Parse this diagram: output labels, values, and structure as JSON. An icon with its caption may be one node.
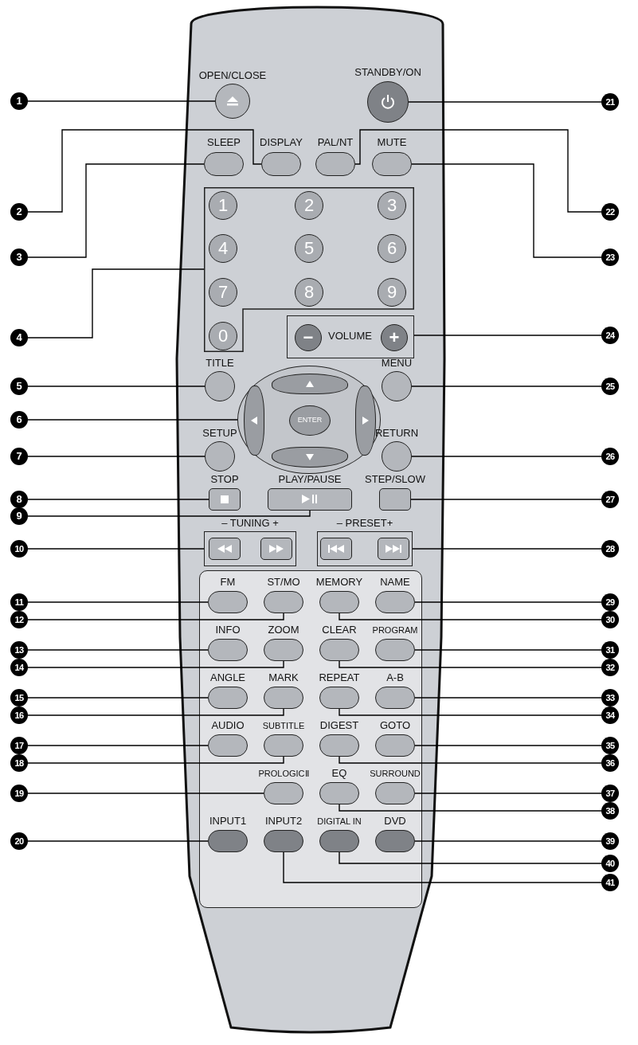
{
  "diagram": {
    "nodes": [
      {
        "text": [
          "OPEN/CLOSE"
        ]
      },
      {
        "text": [
          "STANDBY/ON"
        ]
      },
      {
        "text": [
          "SLEEP"
        ]
      },
      {
        "text": [
          "DISPLAY"
        ]
      },
      {
        "text": [
          "PAL/NT"
        ]
      },
      {
        "text": [
          "MUTE"
        ]
      },
      {
        "text": [],
        "shape": "box"
      },
      {
        "text": [
          "1"
        ],
        "in": 6
      },
      {
        "text": [
          "2"
        ],
        "in": 6
      },
      {
        "text": [
          "3"
        ],
        "in": 6
      },
      {
        "text": [
          "4"
        ],
        "in": 6
      },
      {
        "text": [
          "5"
        ],
        "in": 6
      },
      {
        "text": [
          "6"
        ],
        "in": 6
      },
      {
        "text": [
          "7"
        ],
        "in": 6
      },
      {
        "text": [
          "8"
        ],
        "in": 6
      },
      {
        "text": [
          "9"
        ],
        "in": 6
      },
      {
        "text": [
          "0"
        ],
        "in": 6
      },
      {
        "text": [
          "VOLUME"
        ]
      },
      {
        "text": [
          "−"
        ],
        "in": 17
      },
      {
        "text": [
          "+"
        ],
        "in": 17
      },
      {
        "text": [
          "TITLE"
        ]
      },
      {
        "text": [
          "MENU"
        ]
      },
      {
        "text": [],
        "shape": "ellipse"
      },
      {
        "text": [],
        "shape": "box",
        "in": 22
      },
      {
        "text": [],
        "shape": "box",
        "in": 22
      },
      {
        "text": [
          "ENTER"
        ],
        "in": 22
      },
      {
        "text": [],
        "shape": "box",
        "in": 22
      },
      {
        "text": [],
        "shape": "box",
        "in": 22
      },
      {
        "text": [
          "SETUP"
        ]
      },
      {
        "text": [
          "RETURN"
        ]
      },
      {
        "text": [
          "STOP"
        ]
      },
      {
        "text": [
          "PLAY/PAUSE"
        ]
      },
      {
        "text": [
          "STEP/SLOW"
        ]
      },
      {
        "text": [
          "– TUNING +"
        ]
      },
      {
        "text": [],
        "shape": "box",
        "in": 33
      },
      {
        "text": [],
        "shape": "box",
        "in": 33
      },
      {
        "text": [
          "– PRESET+"
        ]
      },
      {
        "text": [],
        "shape": "box",
        "in": 36
      },
      {
        "text": [],
        "shape": "box",
        "in": 36
      },
      {
        "text": [
          "FM"
        ]
      },
      {
        "text": [
          "ST/MO"
        ]
      },
      {
        "text": [
          "MEMORY"
        ]
      },
      {
        "text": [
          "NAME"
        ]
      },
      {
        "text": [
          "INFO"
        ]
      },
      {
        "text": [
          "ZOOM"
        ]
      },
      {
        "text": [
          "CLEAR"
        ]
      },
      {
        "text": [
          "PROGRAM"
        ]
      },
      {
        "text": [
          "ANGLE"
        ]
      },
      {
        "text": [
          "MARK"
        ]
      },
      {
        "text": [
          "REPEAT"
        ]
      },
      {
        "text": [
          "A-B"
        ]
      },
      {
        "text": [
          "AUDIO"
        ]
      },
      {
        "text": [
          "SUBTITLE"
        ]
      },
      {
        "text": [
          "DIGEST"
        ]
      },
      {
        "text": [
          "GOTO"
        ]
      },
      {
        "text": [
          "PROLOGICⅡ"
        ]
      },
      {
        "text": [
          "EQ"
        ]
      },
      {
        "text": [
          "SURROUND"
        ]
      },
      {
        "text": [
          "INPUT1"
        ]
      },
      {
        "text": [
          "INPUT2"
        ]
      },
      {
        "text": [
          "DIGITAL IN"
        ]
      },
      {
        "text": [
          "DVD"
        ]
      },
      {
        "text": [
          "1"
        ]
      },
      {
        "text": [
          "2"
        ]
      },
      {
        "text": [
          "3"
        ]
      },
      {
        "text": [
          "4"
        ]
      },
      {
        "text": [
          "5"
        ]
      },
      {
        "text": [
          "6"
        ]
      },
      {
        "text": [
          "7"
        ]
      },
      {
        "text": [
          "8"
        ]
      },
      {
        "text": [
          "9"
        ]
      },
      {
        "text": [
          "10"
        ]
      },
      {
        "text": [
          "11"
        ]
      },
      {
        "text": [
          "12"
        ]
      },
      {
        "text": [
          "13"
        ]
      },
      {
        "text": [
          "14"
        ]
      },
      {
        "text": [
          "15"
        ]
      },
      {
        "text": [
          "16"
        ]
      },
      {
        "text": [
          "17"
        ]
      },
      {
        "text": [
          "18"
        ]
      },
      {
        "text": [
          "19"
        ]
      },
      {
        "text": [
          "20"
        ]
      },
      {
        "text": [
          "21"
        ]
      },
      {
        "text": [
          "22"
        ]
      },
      {
        "text": [
          "23"
        ]
      },
      {
        "text": [
          "24"
        ]
      },
      {
        "text": [
          "25"
        ]
      },
      {
        "text": [
          "26"
        ]
      },
      {
        "text": [
          "27"
        ]
      },
      {
        "text": [
          "28"
        ]
      },
      {
        "text": [
          "29"
        ]
      },
      {
        "text": [
          "30"
        ]
      },
      {
        "text": [
          "31"
        ]
      },
      {
        "text": [
          "32"
        ]
      },
      {
        "text": [
          "33"
        ]
      },
      {
        "text": [
          "34"
        ]
      },
      {
        "text": [
          "35"
        ]
      },
      {
        "text": [
          "36"
        ]
      },
      {
        "text": [
          "37"
        ]
      },
      {
        "text": [
          "38"
        ]
      },
      {
        "text": [
          "39"
        ]
      },
      {
        "text": [
          "40"
        ]
      },
      {
        "text": [
          "41"
        ]
      }
    ],
    "edges": [
      {
        "from": 62,
        "to": 0,
        "arrow": "none"
      },
      {
        "from": 63,
        "to": 3,
        "arrow": "none"
      },
      {
        "from": 64,
        "to": 2,
        "arrow": "none"
      },
      {
        "from": 65,
        "to": 6,
        "arrow": "none"
      },
      {
        "from": 66,
        "to": 20,
        "arrow": "none"
      },
      {
        "from": 67,
        "to": 22,
        "arrow": "none"
      },
      {
        "from": 68,
        "to": 28,
        "arrow": "none"
      },
      {
        "from": 69,
        "to": 30,
        "arrow": "none"
      },
      {
        "from": 70,
        "to": 31,
        "arrow": "none"
      },
      {
        "from": 71,
        "to": 33,
        "arrow": "none"
      },
      {
        "from": 72,
        "to": 39,
        "arrow": "none"
      },
      {
        "from": 73,
        "to": 40,
        "arrow": "none"
      },
      {
        "from": 74,
        "to": 43,
        "arrow": "none"
      },
      {
        "from": 75,
        "to": 44,
        "arrow": "none"
      },
      {
        "from": 76,
        "to": 47,
        "arrow": "none"
      },
      {
        "from": 77,
        "to": 48,
        "arrow": "none"
      },
      {
        "from": 78,
        "to": 51,
        "arrow": "none"
      },
      {
        "from": 79,
        "to": 52,
        "arrow": "none"
      },
      {
        "from": 80,
        "to": 55,
        "arrow": "none"
      },
      {
        "from": 81,
        "to": 58,
        "arrow": "none"
      },
      {
        "from": 82,
        "to": 1,
        "arrow": "none"
      },
      {
        "from": 83,
        "to": 4,
        "arrow": "none"
      },
      {
        "from": 84,
        "to": 5,
        "arrow": "none"
      },
      {
        "from": 85,
        "to": 17,
        "arrow": "none"
      },
      {
        "from": 86,
        "to": 21,
        "arrow": "none"
      },
      {
        "from": 87,
        "to": 29,
        "arrow": "none"
      },
      {
        "from": 88,
        "to": 32,
        "arrow": "none"
      },
      {
        "from": 89,
        "to": 36,
        "arrow": "none"
      },
      {
        "from": 90,
        "to": 42,
        "arrow": "none"
      },
      {
        "from": 91,
        "to": 41,
        "arrow": "none"
      },
      {
        "from": 92,
        "to": 46,
        "arrow": "none"
      },
      {
        "from": 93,
        "to": 45,
        "arrow": "none"
      },
      {
        "from": 94,
        "to": 50,
        "arrow": "none"
      },
      {
        "from": 95,
        "to": 49,
        "arrow": "none"
      },
      {
        "from": 96,
        "to": 54,
        "arrow": "none"
      },
      {
        "from": 97,
        "to": 53,
        "arrow": "none"
      },
      {
        "from": 98,
        "to": 57,
        "arrow": "none"
      },
      {
        "from": 99,
        "to": 56,
        "arrow": "none"
      },
      {
        "from": 100,
        "to": 61,
        "arrow": "none"
      },
      {
        "from": 101,
        "to": 60,
        "arrow": "none"
      },
      {
        "from": 102,
        "to": 59,
        "arrow": "none"
      }
    ]
  }
}
